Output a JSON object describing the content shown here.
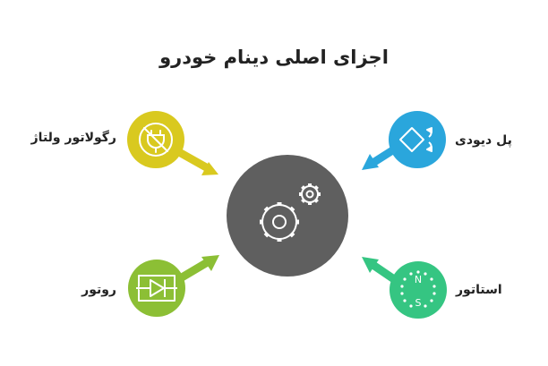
{
  "title": "اجزای اصلی دینام خودرو",
  "center": {
    "icon": "gears-icon"
  },
  "components": [
    {
      "id": "regulator",
      "label": "رگولاتور ولتاژ",
      "icon": "unplugged-icon",
      "color": "#d9c91f"
    },
    {
      "id": "diode",
      "label": "پل دیودی",
      "icon": "diode-bridge-icon",
      "color": "#2aa6dc"
    },
    {
      "id": "rotor",
      "label": "روتور",
      "icon": "diode-icon",
      "color": "#8cbf35"
    },
    {
      "id": "stator",
      "label": "استاتور",
      "icon": "magnet-compass-icon",
      "color": "#35c582"
    }
  ],
  "colors": {
    "center": "#5f5f5f",
    "text": "#222222"
  }
}
